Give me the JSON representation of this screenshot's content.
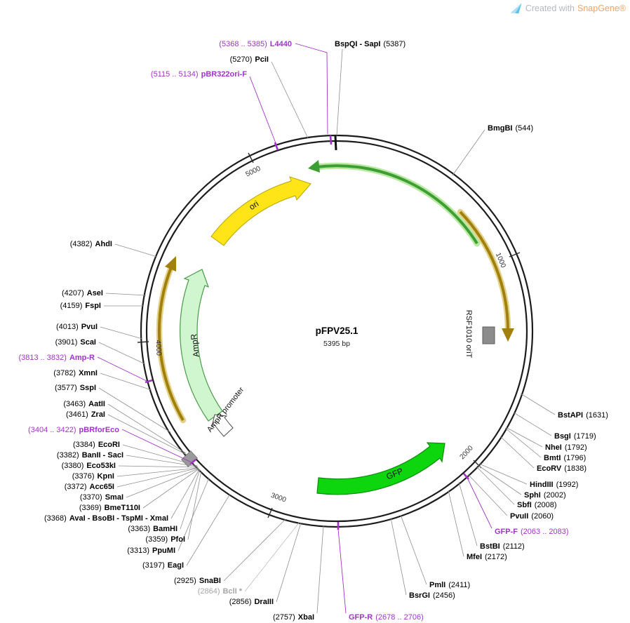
{
  "watermark": {
    "icon": "snapgene-logo",
    "prefix": "Created with",
    "brand": "SnapGene®"
  },
  "plasmid": {
    "name": "pFPV25.1",
    "size": "5395 bp"
  },
  "scale_ticks": {
    "t1000": "1000",
    "t2000": "2000",
    "t3000": "3000",
    "t4000": "4000",
    "t5000": "5000"
  },
  "features": {
    "ori": {
      "label": "ori"
    },
    "ampr": {
      "label": "AmpR"
    },
    "ampr_promoter": {
      "label": "AmpR promoter"
    },
    "gfp": {
      "label": "GFP"
    },
    "rsf1010_orit": {
      "label": "RSF1010 oriT"
    }
  },
  "enzymes": {
    "bspqi_sapi": {
      "name": "BspQI - SapI",
      "pos": "(5387)"
    },
    "pcii": {
      "name": "PciI",
      "pos": "(5270)"
    },
    "bmgbi": {
      "name": "BmgBI",
      "pos": "(544)"
    },
    "bstapi": {
      "name": "BstAPI",
      "pos": "(1631)"
    },
    "bsgi": {
      "name": "BsgI",
      "pos": "(1719)"
    },
    "nhei": {
      "name": "NheI",
      "pos": "(1792)"
    },
    "bmti": {
      "name": "BmtI",
      "pos": "(1796)"
    },
    "ecorv": {
      "name": "EcoRV",
      "pos": "(1838)"
    },
    "hindiii": {
      "name": "HindIII",
      "pos": "(1992)"
    },
    "sphi": {
      "name": "SphI",
      "pos": "(2002)"
    },
    "sbfi": {
      "name": "SbfI",
      "pos": "(2008)"
    },
    "pvuii": {
      "name": "PvuII",
      "pos": "(2060)"
    },
    "bstbi": {
      "name": "BstBI",
      "pos": "(2112)"
    },
    "mfei": {
      "name": "MfeI",
      "pos": "(2172)"
    },
    "pmli": {
      "name": "PmlI",
      "pos": "(2411)"
    },
    "bsrgi": {
      "name": "BsrGI",
      "pos": "(2456)"
    },
    "xbai": {
      "name": "XbaI",
      "pos": "(2757)"
    },
    "draiii": {
      "name": "DraIII",
      "pos": "(2856)"
    },
    "bcli": {
      "name": "BclI *",
      "pos": "(2864)"
    },
    "snabi": {
      "name": "SnaBI",
      "pos": "(2925)"
    },
    "eagi": {
      "name": "EagI",
      "pos": "(3197)"
    },
    "ppumi": {
      "name": "PpuMI",
      "pos": "(3313)"
    },
    "pfoi": {
      "name": "PfoI",
      "pos": "(3359)"
    },
    "bamhi": {
      "name": "BamHI",
      "pos": "(3363)"
    },
    "avai": {
      "name": "AvaI - BsoBI - TspMI - XmaI",
      "pos": "(3368)"
    },
    "bmet110i": {
      "name": "BmeT110I",
      "pos": "(3369)"
    },
    "smai": {
      "name": "SmaI",
      "pos": "(3370)"
    },
    "acc65i": {
      "name": "Acc65I",
      "pos": "(3372)"
    },
    "kpni": {
      "name": "KpnI",
      "pos": "(3376)"
    },
    "eco53ki": {
      "name": "Eco53kI",
      "pos": "(3380)"
    },
    "banii_saci": {
      "name": "BanII - SacI",
      "pos": "(3382)"
    },
    "ecori": {
      "name": "EcoRI",
      "pos": "(3384)"
    },
    "zrai": {
      "name": "ZraI",
      "pos": "(3461)"
    },
    "aatii": {
      "name": "AatII",
      "pos": "(3463)"
    },
    "sspi": {
      "name": "SspI",
      "pos": "(3577)"
    },
    "xmni": {
      "name": "XmnI",
      "pos": "(3782)"
    },
    "scai": {
      "name": "ScaI",
      "pos": "(3901)"
    },
    "pvui": {
      "name": "PvuI",
      "pos": "(4013)"
    },
    "fspi": {
      "name": "FspI",
      "pos": "(4159)"
    },
    "asei": {
      "name": "AseI",
      "pos": "(4207)"
    },
    "ahdi": {
      "name": "AhdI",
      "pos": "(4382)"
    }
  },
  "primers": {
    "l4440": {
      "name": "L4440",
      "range": "(5368 .. 5385)"
    },
    "pbr322ori_f": {
      "name": "pBR322ori-F",
      "range": "(5115 .. 5134)"
    },
    "gfp_f": {
      "name": "GFP-F",
      "range": "(2063 .. 2083)"
    },
    "gfp_r": {
      "name": "GFP-R",
      "range": "(2678 .. 2706)"
    },
    "pbrforeco": {
      "name": "pBRforEco",
      "range": "(3404 .. 3422)"
    },
    "amp_r": {
      "name": "Amp-R",
      "range": "(3813 .. 3832)"
    }
  },
  "colors": {
    "primer": "#A233C8",
    "enzyme": "#000000",
    "blocked_enzyme": "#A6A6A6",
    "ori_fill": "#FFE417",
    "ampr_fill": "#CFF6CF",
    "promoter_fill": "#FFFFFF",
    "gfp_fill": "#0ED60E",
    "arc_green": "#3C9E33",
    "arc_olive": "#A1800D",
    "orit_fill": "#8C8C8C"
  }
}
